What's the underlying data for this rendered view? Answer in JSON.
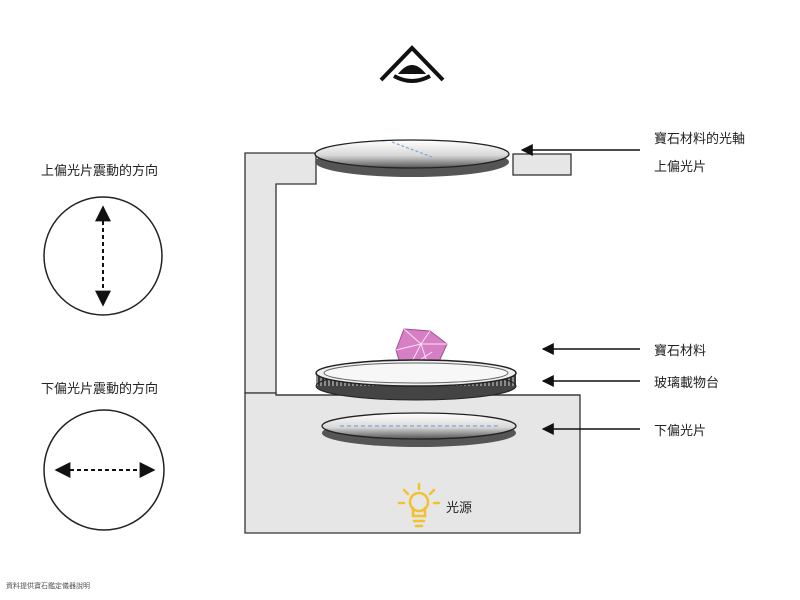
{
  "labels": {
    "upper_polarizer_direction": "上偏光片震動的方向",
    "lower_polarizer_direction": "下偏光片震動的方向",
    "gem_optic_axis": "寶石材料的光軸",
    "upper_polarizer": "上偏光片",
    "gem_material": "寶石材料",
    "glass_stage": "玻璃載物台",
    "lower_polarizer": "下偏光片",
    "light_source": "光源"
  },
  "caption": "資料提供寶石鑑定儀器說明",
  "colors": {
    "frame_fill": "#e6e6e6",
    "frame_stroke": "#333333",
    "gem": "#d77fc4",
    "bulb": "#f2c12e",
    "arrow": "#111111"
  },
  "icons": {
    "eye": "eye-icon",
    "bulb": "light-bulb-icon",
    "gem": "gem-icon"
  }
}
